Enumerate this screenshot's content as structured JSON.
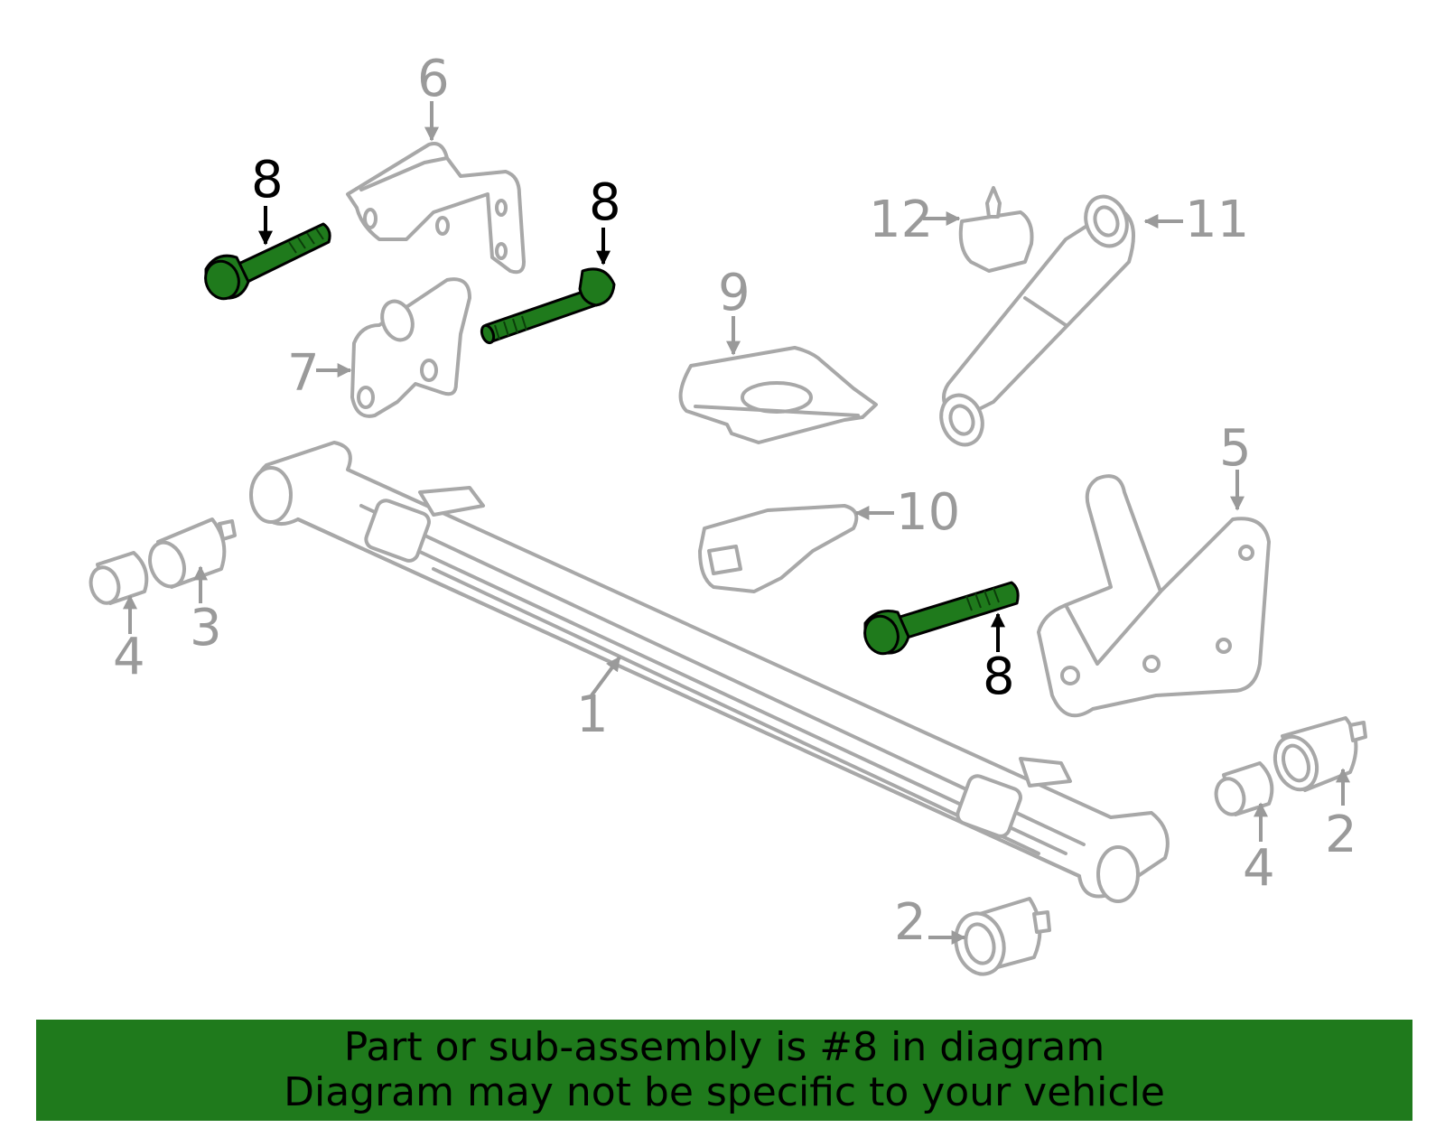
{
  "callouts": {
    "c1": "1",
    "c2a": "2",
    "c2b": "2",
    "c3": "3",
    "c4a": "4",
    "c4b": "4",
    "c5": "5",
    "c6": "6",
    "c7": "7",
    "c8a": "8",
    "c8b": "8",
    "c8c": "8",
    "c9": "9",
    "c10": "10",
    "c11": "11",
    "c12": "12"
  },
  "highlight_color": "#1f7a1c",
  "banner": {
    "line1": "Part or sub-assembly is #8 in diagram",
    "line2": "Diagram may not be specific to your vehicle"
  }
}
